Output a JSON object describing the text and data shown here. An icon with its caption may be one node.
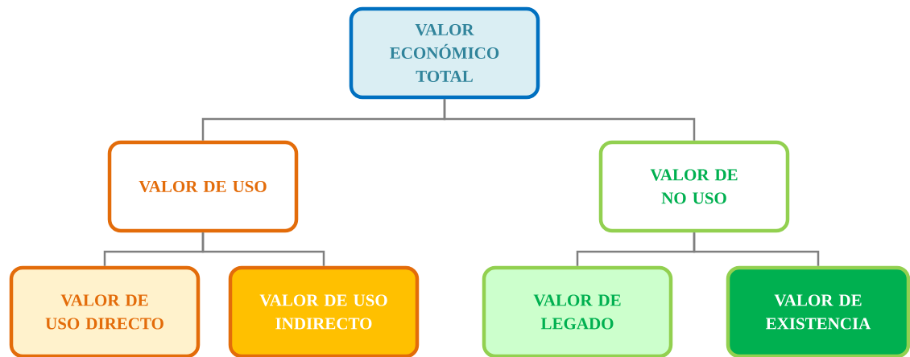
{
  "diagram": {
    "nodes": [
      {
        "text": [
          "VALOR ECONÓMICO TOTAL"
        ]
      },
      {
        "text": [
          "VALOR DE USO"
        ]
      },
      {
        "text": [
          "VALOR DE NO USO"
        ]
      },
      {
        "text": [
          "VALOR DE USO DIRECTO"
        ]
      },
      {
        "text": [
          "VALOR DE USO INDIRECTO"
        ]
      },
      {
        "text": [
          "VALOR DE LEGADO"
        ]
      },
      {
        "text": [
          "VALOR DE EXISTENCIA"
        ]
      }
    ],
    "edges": [
      {
        "from": 0,
        "to": 1,
        "arrow": "none"
      },
      {
        "from": 0,
        "to": 2,
        "arrow": "none"
      },
      {
        "from": 1,
        "to": 3,
        "arrow": "none"
      },
      {
        "from": 1,
        "to": 4,
        "arrow": "none"
      },
      {
        "from": 2,
        "to": 5,
        "arrow": "none"
      },
      {
        "from": 2,
        "to": 6,
        "arrow": "none"
      }
    ]
  }
}
